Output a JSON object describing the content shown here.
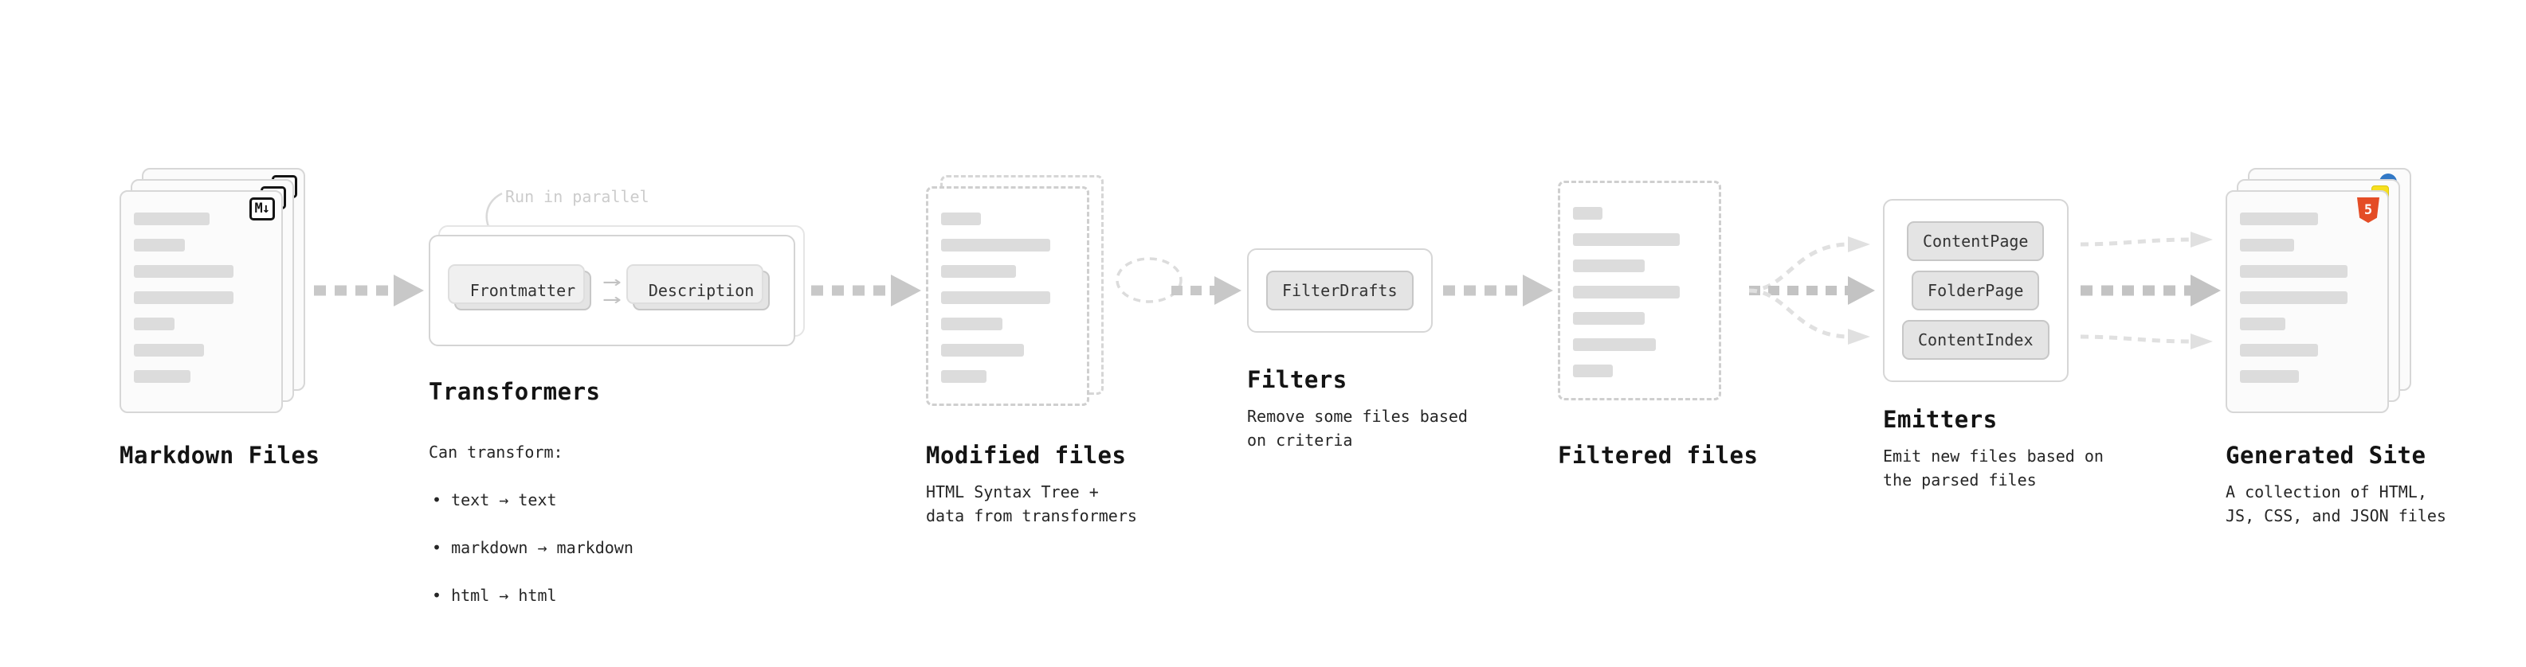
{
  "colors": {
    "arrow": "#c8c8c8",
    "arrow_light": "#e0e0e0",
    "card_border": "#d7d7d7",
    "placeholder_bar": "#dcdcdc",
    "chip_bg": "#e4e4e4",
    "chip_border": "#c7c7c7",
    "html_badge_orange": "#e44d26",
    "js_badge_yellow": "#f7df1e",
    "css_badge_blue": "#3178c6",
    "muted_label": "#cccccc",
    "text": "#1f1f1f"
  },
  "icons": {
    "markdown_badge": "M↓",
    "html5_badge": "5",
    "mini_arrow": "→"
  },
  "stages": {
    "markdown_files": {
      "title": "Markdown Files"
    },
    "transformers": {
      "title": "Transformers",
      "parallel_label": "Run in parallel",
      "plugins": [
        "Frontmatter",
        "Description"
      ],
      "note_heading": "Can transform:",
      "note_items": [
        "• text → text",
        "• markdown → markdown",
        "• html → html"
      ]
    },
    "modified_files": {
      "title": "Modified files",
      "note": "HTML Syntax Tree +\ndata from transformers"
    },
    "filters": {
      "title": "Filters",
      "plugins": [
        "FilterDrafts"
      ],
      "note": "Remove some files based\non criteria"
    },
    "filtered_files": {
      "title": "Filtered files"
    },
    "emitters": {
      "title": "Emitters",
      "plugins": [
        "ContentPage",
        "FolderPage",
        "ContentIndex"
      ],
      "note": "Emit new files based on\nthe parsed files"
    },
    "generated_site": {
      "title": "Generated Site",
      "note": "A collection of HTML,\nJS, CSS, and JSON files"
    }
  }
}
